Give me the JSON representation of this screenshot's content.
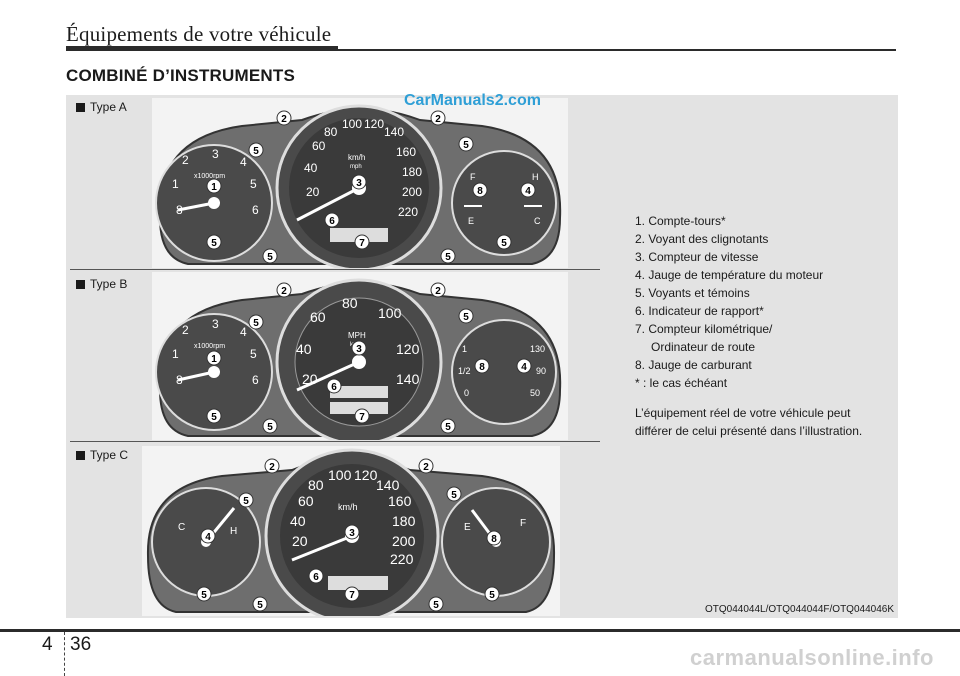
{
  "header": {
    "title": "Équipements de votre véhicule"
  },
  "section": {
    "title": "COMBINÉ D’INSTRUMENTS"
  },
  "watermark_top": "CarManuals2.com",
  "clusters": [
    {
      "type_label": "Type A",
      "tach_ticks": [
        "1",
        "2",
        "3",
        "4",
        "5",
        "6",
        "8"
      ],
      "tach_unit": "x1000rpm",
      "speedo_ticks": [
        "20",
        "40",
        "60",
        "80",
        "100",
        "120",
        "140",
        "160",
        "180",
        "200",
        "220"
      ],
      "speedo_unit": "km/h",
      "speedo_subunit": "mph",
      "gauge_labels": [
        "F",
        "H",
        "E",
        "C"
      ],
      "callouts": [
        "1",
        "2",
        "2",
        "3",
        "4",
        "5",
        "5",
        "5",
        "5",
        "5",
        "5",
        "6",
        "7",
        "8"
      ]
    },
    {
      "type_label": "Type B",
      "tach_ticks": [
        "1",
        "2",
        "3",
        "4",
        "5",
        "6",
        "8"
      ],
      "tach_unit": "x1000rpm",
      "speedo_ticks": [
        "20",
        "40",
        "60",
        "80",
        "100",
        "120",
        "140"
      ],
      "speedo_unit": "MPH",
      "speedo_subunit": "km/h",
      "gauge_labels": [
        "1",
        "1/2",
        "0",
        "130",
        "90",
        "50"
      ],
      "callouts": [
        "1",
        "2",
        "2",
        "3",
        "4",
        "5",
        "5",
        "5",
        "5",
        "5",
        "6",
        "7",
        "8"
      ]
    },
    {
      "type_label": "Type C",
      "speedo_ticks": [
        "20",
        "40",
        "60",
        "80",
        "100",
        "120",
        "140",
        "160",
        "180",
        "200",
        "220"
      ],
      "speedo_unit": "km/h",
      "gauge_labels": [
        "C",
        "H",
        "E",
        "F"
      ],
      "callouts": [
        "2",
        "2",
        "3",
        "4",
        "5",
        "5",
        "5",
        "5",
        "5",
        "5",
        "6",
        "7",
        "8"
      ]
    }
  ],
  "legend": {
    "items": [
      "1. Compte-tours*",
      "2. Voyant des clignotants",
      "3. Compteur de vitesse",
      "4. Jauge de température du moteur",
      "5. Voyants et témoins",
      "6. Indicateur de rapport*",
      "7. Compteur kilométrique/",
      "Ordinateur de route",
      "8. Jauge de carburant",
      "* : le cas échéant"
    ],
    "note_line1": "L’équipement réel de votre véhicule peut",
    "note_line2": "différer de celui présenté dans l’illustration."
  },
  "ref_code": "OTQ044044L/OTQ044044F/OTQ044046K",
  "footer": {
    "chapter": "4",
    "page": "36"
  },
  "site_watermark": "carmanualsonline.info",
  "colors": {
    "panel_bg": "#e3e3e3",
    "bar": "#2b2b2b",
    "watermark": "#2f9fd6"
  }
}
